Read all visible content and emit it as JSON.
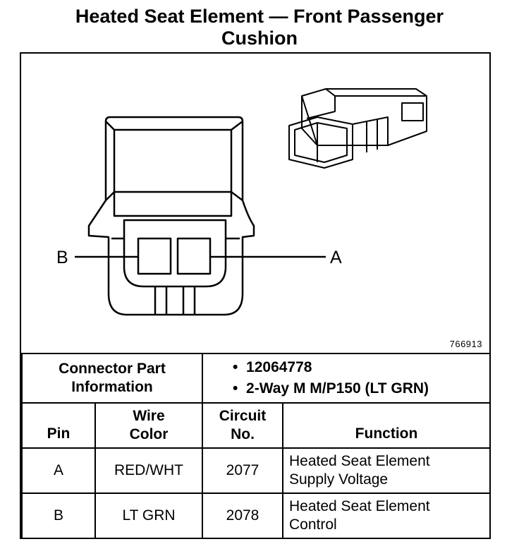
{
  "title": {
    "line1": "Heated Seat Element — Front Passenger",
    "line2": "Cushion"
  },
  "diagram": {
    "figure_id": "766913",
    "pin_labels": {
      "left": "B",
      "right": "A"
    }
  },
  "connector_info": {
    "label_line1": "Connector Part",
    "label_line2": "Information",
    "items": [
      "12064778",
      "2-Way M M/P150 (LT GRN)"
    ],
    "bullet": "•"
  },
  "pin_table": {
    "headers": {
      "pin": "Pin",
      "wire_color_line1": "Wire",
      "wire_color_line2": "Color",
      "circuit_line1": "Circuit",
      "circuit_line2": "No.",
      "function": "Function"
    },
    "rows": [
      {
        "pin": "A",
        "wire_color": "RED/WHT",
        "circuit": "2077",
        "function_line1": "Heated Seat Element",
        "function_line2": "Supply Voltage"
      },
      {
        "pin": "B",
        "wire_color": "LT GRN",
        "circuit": "2078",
        "function_line1": "Heated Seat Element",
        "function_line2": "Control"
      }
    ]
  }
}
